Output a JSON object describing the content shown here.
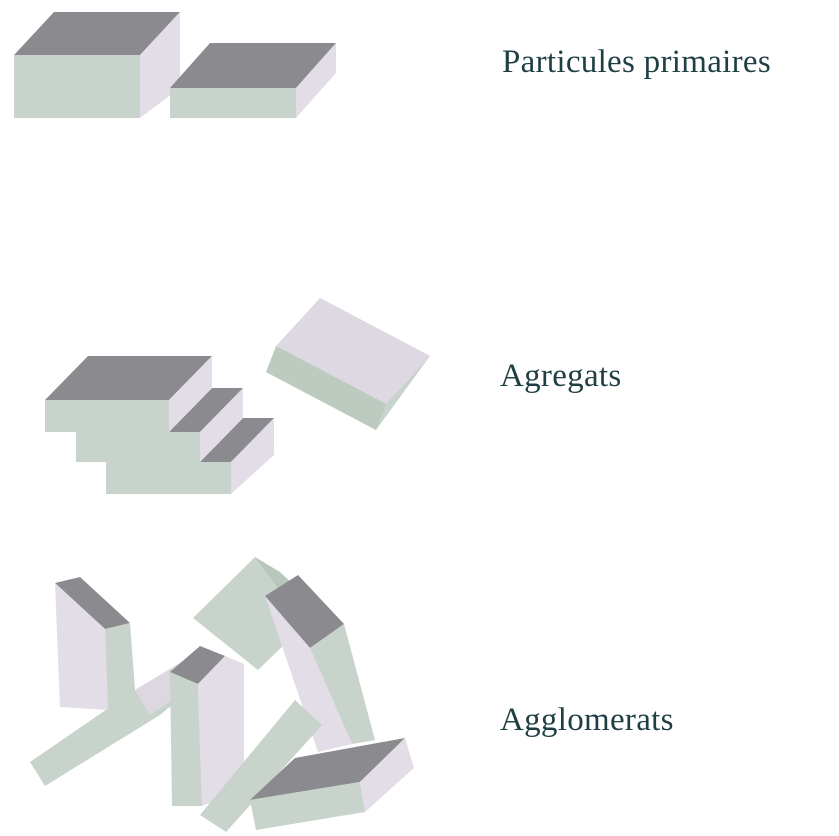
{
  "labels": {
    "primary": "Particules primaires",
    "aggregates": "Agregats",
    "agglomerates": "Agglomerats"
  },
  "colors": {
    "top_face": "#8a8a8f",
    "front_face": "#c8d3cb",
    "side_face": "#e2dde7",
    "text": "#1f3f44"
  }
}
